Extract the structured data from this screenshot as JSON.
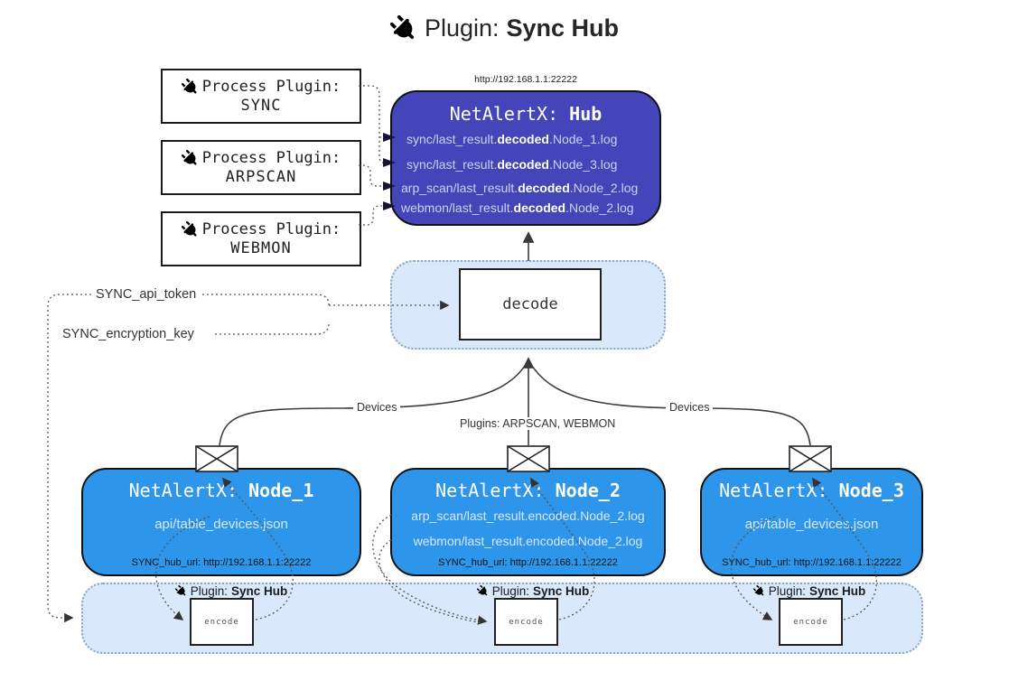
{
  "title": {
    "label": "Plugin:",
    "name": "Sync Hub"
  },
  "hub": {
    "url": "http://192.168.1.1:22222",
    "title": "NetAlertX:",
    "name": "Hub",
    "logs": [
      {
        "pre": "sync/last_result.",
        "mid": "decoded",
        "post": ".Node_1.log"
      },
      {
        "pre": "sync/last_result.",
        "mid": "decoded",
        "post": ".Node_3.log"
      },
      {
        "pre": "arp_scan/last_result.",
        "mid": "decoded",
        "post": ".Node_2.log"
      },
      {
        "pre": "webmon/last_result.",
        "mid": "decoded",
        "post": ".Node_2.log"
      }
    ]
  },
  "process_plugins": [
    {
      "label": "Process Plugin:",
      "name": "SYNC"
    },
    {
      "label": "Process Plugin:",
      "name": "ARPSCAN"
    },
    {
      "label": "Process Plugin:",
      "name": "WEBMON"
    }
  ],
  "settings": {
    "api_token": "SYNC_api_token",
    "encryption_key": "SYNC_encryption_key"
  },
  "decode_label": "decode",
  "edge_labels": {
    "left": "Devices",
    "center": "Plugins: ARPSCAN, WEBMON",
    "right": "Devices"
  },
  "nodes": [
    {
      "title": "NetAlertX:",
      "name": "Node_1",
      "files": [
        "api/table_devices.json"
      ],
      "hub_url": "SYNC_hub_url: http://192.168.1.1:22222"
    },
    {
      "title": "NetAlertX:",
      "name": "Node_2",
      "files": [
        "arp_scan/last_result.encoded.Node_2.log",
        "webmon/last_result.encoded.Node_2.log"
      ],
      "hub_url": "SYNC_hub_url: http://192.168.1.1:22222"
    },
    {
      "title": "NetAlertX:",
      "name": "Node_3",
      "files": [
        "api/table_devices.json"
      ],
      "hub_url": "SYNC_hub_url: http://192.168.1.1:22222"
    }
  ],
  "band": {
    "plugin_label": "Plugin:",
    "plugin_name": "Sync Hub",
    "encode_label": "encode"
  },
  "colors": {
    "hub_fill": "#4345b8",
    "node_fill": "#2e96ea",
    "pane_fill": "#d9e8fa",
    "pane_border": "#86a5cb",
    "line": "#3d3d3d",
    "dotted": "#555555"
  }
}
